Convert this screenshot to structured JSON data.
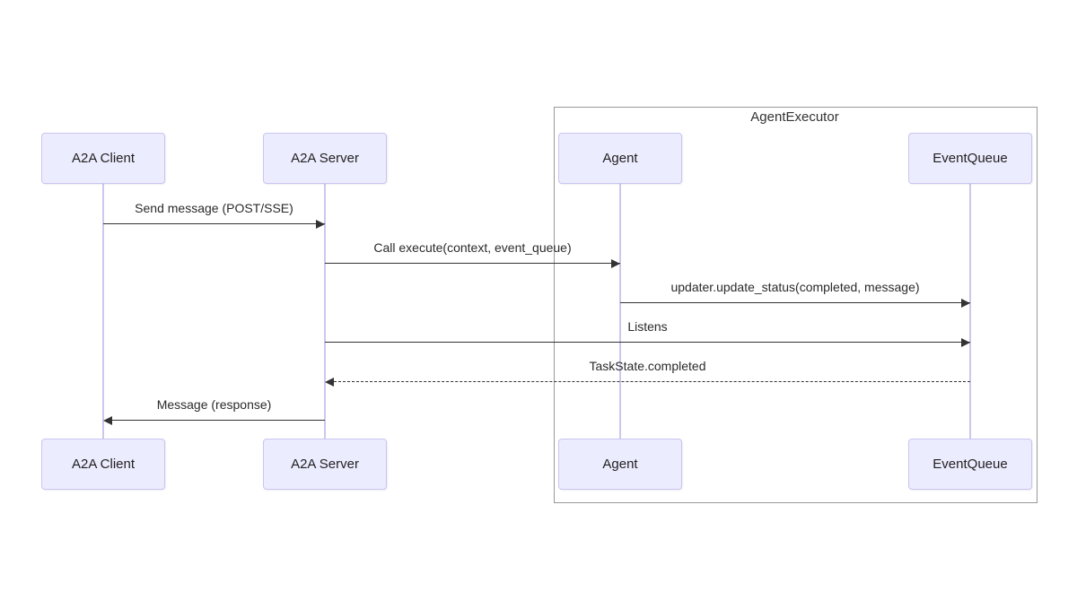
{
  "diagram": {
    "type": "sequence-diagram",
    "frame": {
      "title": "AgentExecutor",
      "contains": [
        "Agent",
        "EventQueue"
      ]
    },
    "actors": [
      {
        "name": "A2A Client"
      },
      {
        "name": "A2A Server"
      },
      {
        "name": "Agent"
      },
      {
        "name": "EventQueue"
      }
    ],
    "messages": [
      {
        "from": "A2A Client",
        "to": "A2A Server",
        "label": "Send message (POST/SSE)",
        "style": "solid"
      },
      {
        "from": "A2A Server",
        "to": "Agent",
        "label": "Call execute(context, event_queue)",
        "style": "solid"
      },
      {
        "from": "Agent",
        "to": "EventQueue",
        "label": "updater.update_status(completed, message)",
        "style": "solid"
      },
      {
        "from": "A2A Server",
        "to": "EventQueue",
        "label": "Listens",
        "style": "solid"
      },
      {
        "from": "EventQueue",
        "to": "A2A Server",
        "label": "TaskState.completed",
        "style": "dashed"
      },
      {
        "from": "A2A Server",
        "to": "A2A Client",
        "label": "Message (response)",
        "style": "solid"
      }
    ],
    "colors": {
      "actor_fill": "#ECECFF",
      "actor_border": "#C9C5F0",
      "lifeline": "#CCC8EC",
      "frame_border": "#999999",
      "signal_line": "#333333",
      "text": "#222222",
      "background": "#FFFFFF"
    }
  }
}
